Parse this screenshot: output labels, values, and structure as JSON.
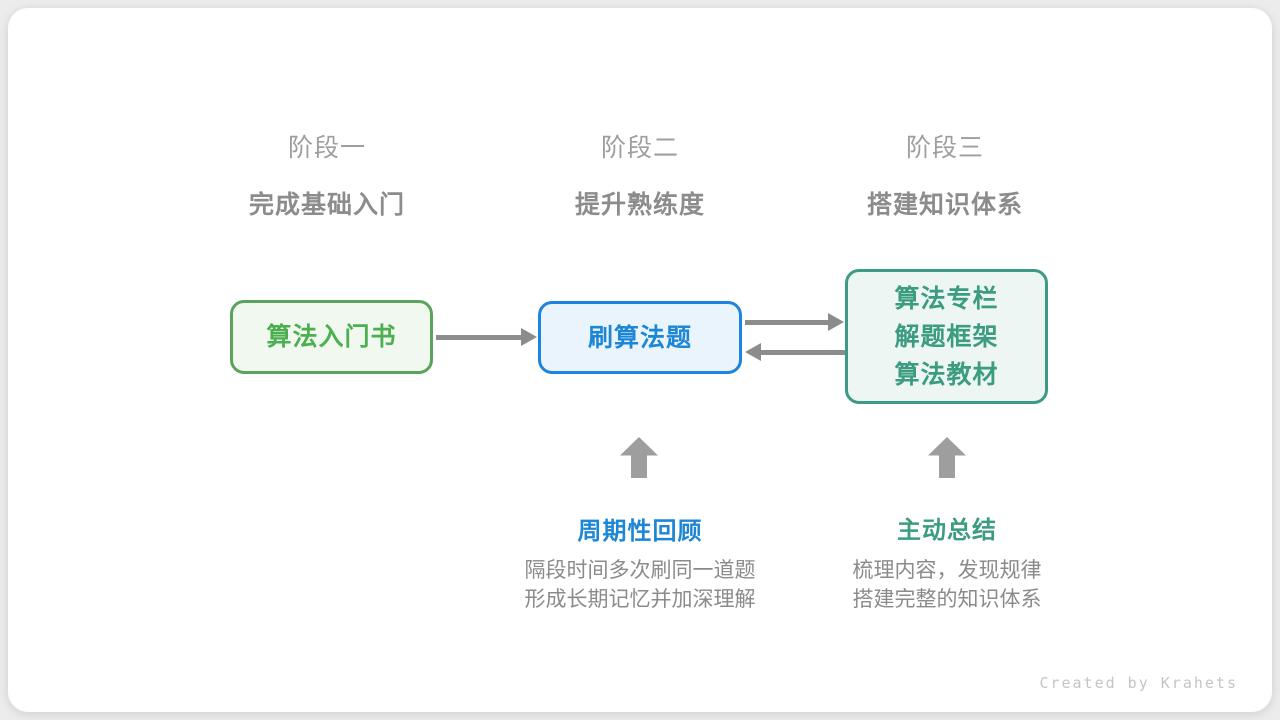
{
  "diagram": {
    "title_semantic": "algorithm-learning-roadmap",
    "footer": "Created by Krahets"
  },
  "stages": [
    {
      "label": "阶段一",
      "subtitle": "完成基础入门"
    },
    {
      "label": "阶段二",
      "subtitle": "提升熟练度"
    },
    {
      "label": "阶段三",
      "subtitle": "搭建知识体系"
    }
  ],
  "nodes": [
    {
      "title": "算法入门书",
      "accent": "#4caf50",
      "border": "#5ba35c",
      "background": "#f1f8f0"
    },
    {
      "title": "刷算法题",
      "accent": "#1e87d5",
      "border": "#1e85dc",
      "background": "#eaf4fd"
    },
    {
      "lines": [
        "算法专栏",
        "解题框架",
        "算法教材"
      ],
      "accent": "#3b9c80",
      "border": "#3d9a85",
      "background": "#edf6f2"
    }
  ],
  "connections": [
    {
      "from": "算法入门书",
      "to": "刷算法题",
      "direction": "right"
    },
    {
      "from": "刷算法题",
      "to": "阶段三资料",
      "direction": "right"
    },
    {
      "from": "阶段三资料",
      "to": "刷算法题",
      "direction": "left"
    }
  ],
  "annotations": [
    {
      "label": "周期性回顾",
      "color": "#1e87d5",
      "desc_line1": "隔段时间多次刷同一道题",
      "desc_line2": "形成长期记忆并加深理解"
    },
    {
      "label": "主动总结",
      "color": "#3b9c80",
      "desc_line1": "梳理内容，发现规律",
      "desc_line2": "搭建完整的知识体系"
    }
  ],
  "colors": {
    "arrow_gray": "#8c8c8c",
    "up_arrow_gray": "#9e9e9e",
    "stage_title_gray": "#9e9e9e",
    "stage_subtitle_gray": "#8c8c8c",
    "description_gray": "#8b8b8b",
    "card_background": "#ffffff",
    "page_background": "#ececec"
  }
}
